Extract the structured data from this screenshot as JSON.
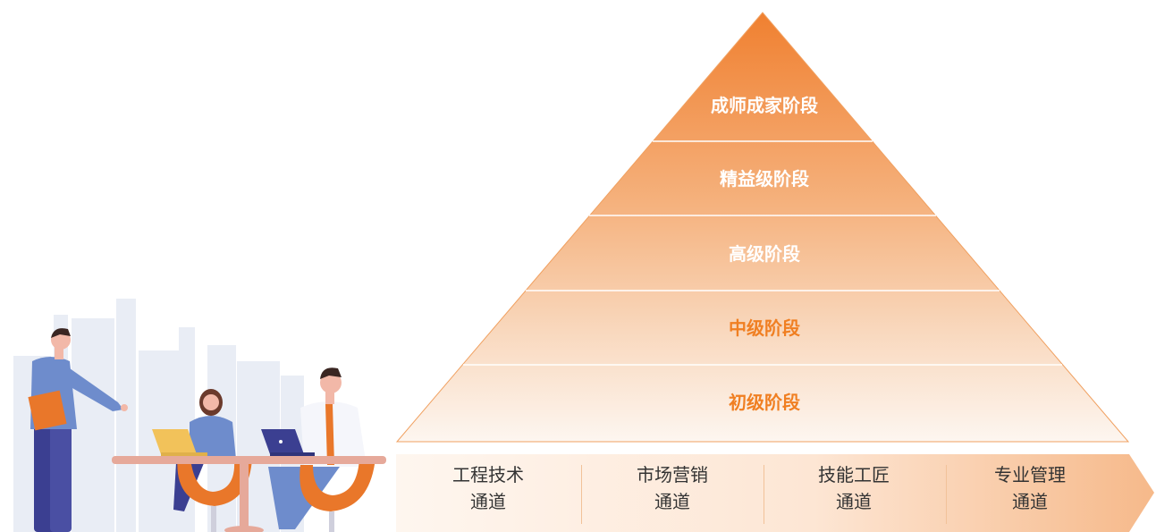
{
  "pyramid": {
    "levels": [
      {
        "label": "成师成家阶段",
        "color": "#ffffff"
      },
      {
        "label": "精益级阶段",
        "color": "#ffffff"
      },
      {
        "label": "高级阶段",
        "color": "#ffffff"
      },
      {
        "label": "中级阶段",
        "color": "#f07f22"
      },
      {
        "label": "初级阶段",
        "color": "#f07f22"
      }
    ],
    "gradient_top": "#f08030",
    "gradient_bottom": "#fdf6f0"
  },
  "channels": [
    {
      "line1": "工程技术",
      "line2": "通道"
    },
    {
      "line1": "市场营销",
      "line2": "通道"
    },
    {
      "line1": "技能工匠",
      "line2": "通道"
    },
    {
      "line1": "专业管理",
      "line2": "通道"
    }
  ],
  "colors": {
    "accent": "#f07f22",
    "chair": "#e9772a",
    "shirt_blue": "#6e8ccc",
    "pants_navy": "#3b3f91",
    "building": "#e9edf5"
  }
}
